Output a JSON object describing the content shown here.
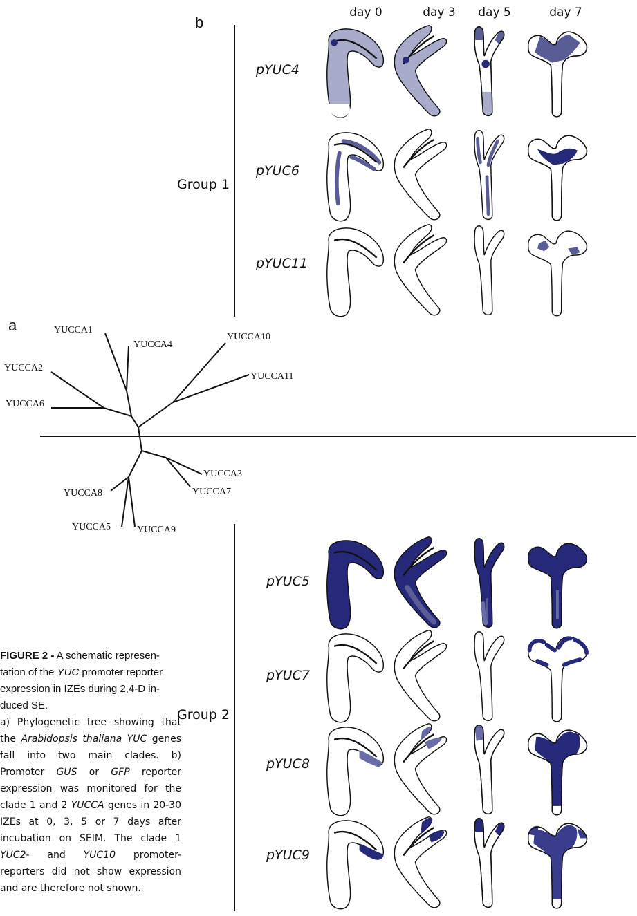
{
  "panel_a_letter": "a",
  "panel_b_letter": "b",
  "day_labels": [
    "day 0",
    "day 3",
    "day 5",
    "day 7"
  ],
  "group_labels": [
    "Group 1",
    "Group 2"
  ],
  "genes": [
    "pYUC4",
    "pYUC6",
    "pYUC11",
    "pYUC5",
    "pYUC7",
    "pYUC8",
    "pYUC9"
  ],
  "tree_leaves": [
    "YUCCA1",
    "YUCCA4",
    "YUCCA10",
    "YUCCA2",
    "YUCCA11",
    "YUCCA6",
    "YUCCA8",
    "YUCCA3",
    "YUCCA7",
    "YUCCA5",
    "YUCCA9"
  ],
  "caption": {
    "head": "FIGURE 2 -",
    "head_text": " A schematic represen-tation of the ",
    "head_italic": "YUC",
    "head_text2": " promoter reporter expression in IZEs during 2,4-D in-duced SE.",
    "body_1": "a) Phylogenetic tree showing that the ",
    "body_italic_1": "Arabidopsis thaliana YUC",
    "body_2": " genes fall into two main clades. b) Promoter ",
    "body_italic_2": "GUS",
    "body_3": " or ",
    "body_italic_3": "GFP",
    "body_4": " reporter expression was monitored for the clade 1 and 2 ",
    "body_italic_4": "YUCCA",
    "body_5": " genes in 20-30 IZEs at 0, 3, 5 or 7 days after incubation on SEIM. The clade 1 ",
    "body_italic_5": "YUC2",
    "body_6": "- and ",
    "body_italic_6": "YUC10",
    "body_7": " promoter-reporters did not show expression and are therefore not shown."
  },
  "colors": {
    "light": "#a9abcb",
    "medium": "#5a5c96",
    "dark": "#26287a",
    "outline": "#111111"
  }
}
